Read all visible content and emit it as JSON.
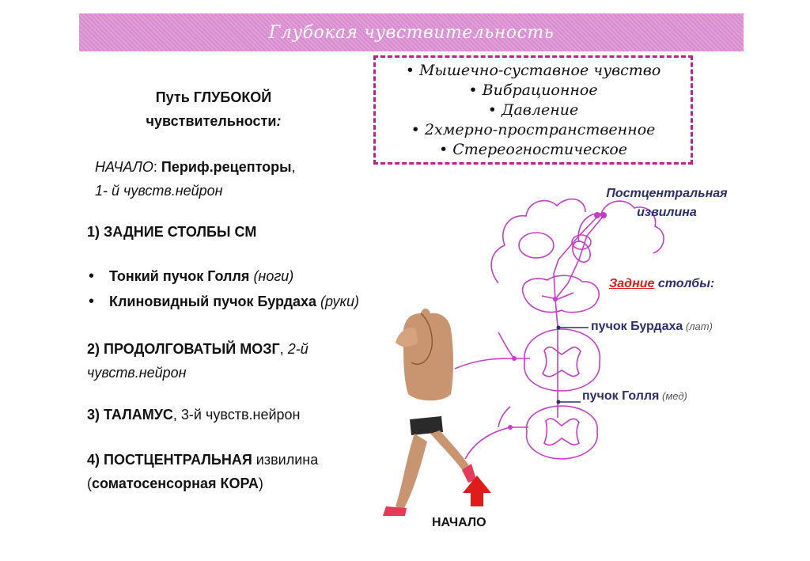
{
  "title": "Глубокая чувствительность",
  "types": [
    "Мышечно-суставное чувство",
    "Вибрационное",
    "Давление",
    "2хмерно-пространственное",
    "Стереогностическое"
  ],
  "path_heading": {
    "line1": "Путь ГЛУБОКОЙ",
    "line2": "чувствительности",
    "colon": ":"
  },
  "start_block": {
    "label": "НАЧАЛО",
    "colon": ": ",
    "receptors": "Периф.рецепторы",
    "comma": ",",
    "neuron": "1- й чувств.нейрон"
  },
  "step1": "1)   ЗАДНИЕ СТОЛБЫ СМ",
  "bullets": [
    {
      "main": "Тонкий пучок Голля",
      "note": " (ноги)"
    },
    {
      "main": "Клиновидный пучок Бурдаха",
      "note": " (руки)"
    }
  ],
  "step2": {
    "main": "2) ПРОДОЛГОВАТЫЙ МОЗГ",
    "sep": ", ",
    "neuron_a": "2-й",
    "neuron_b": "чувств.нейрон"
  },
  "step3": {
    "main": "3) ТАЛАМУС",
    "rest": ", 3-й чувств.нейрон"
  },
  "step4": {
    "main": "4) ПОСТЦЕНТРАЛЬНАЯ",
    "rest": " извилина",
    "open": "(",
    "cortex": "соматосенсорная КОРА",
    "close": ")"
  },
  "diagram_labels": {
    "postcentral_line1": "Постцентральная",
    "postcentral_line2": "извилина",
    "zadnie_red": "Задние",
    "zadnie_rest": " столбы:",
    "burdakh": "пучок Бурдаха",
    "burdakh_note": " (лат)",
    "goll": "пучок Голля",
    "goll_note": " (мед)",
    "start": "НАЧАЛО"
  },
  "colors": {
    "title_bg": "#d98bd0",
    "box_border": "#c0208f",
    "pathway": "#c83cc8",
    "label_blue": "#2c2f6e",
    "arrow_red": "#e11a1a"
  }
}
